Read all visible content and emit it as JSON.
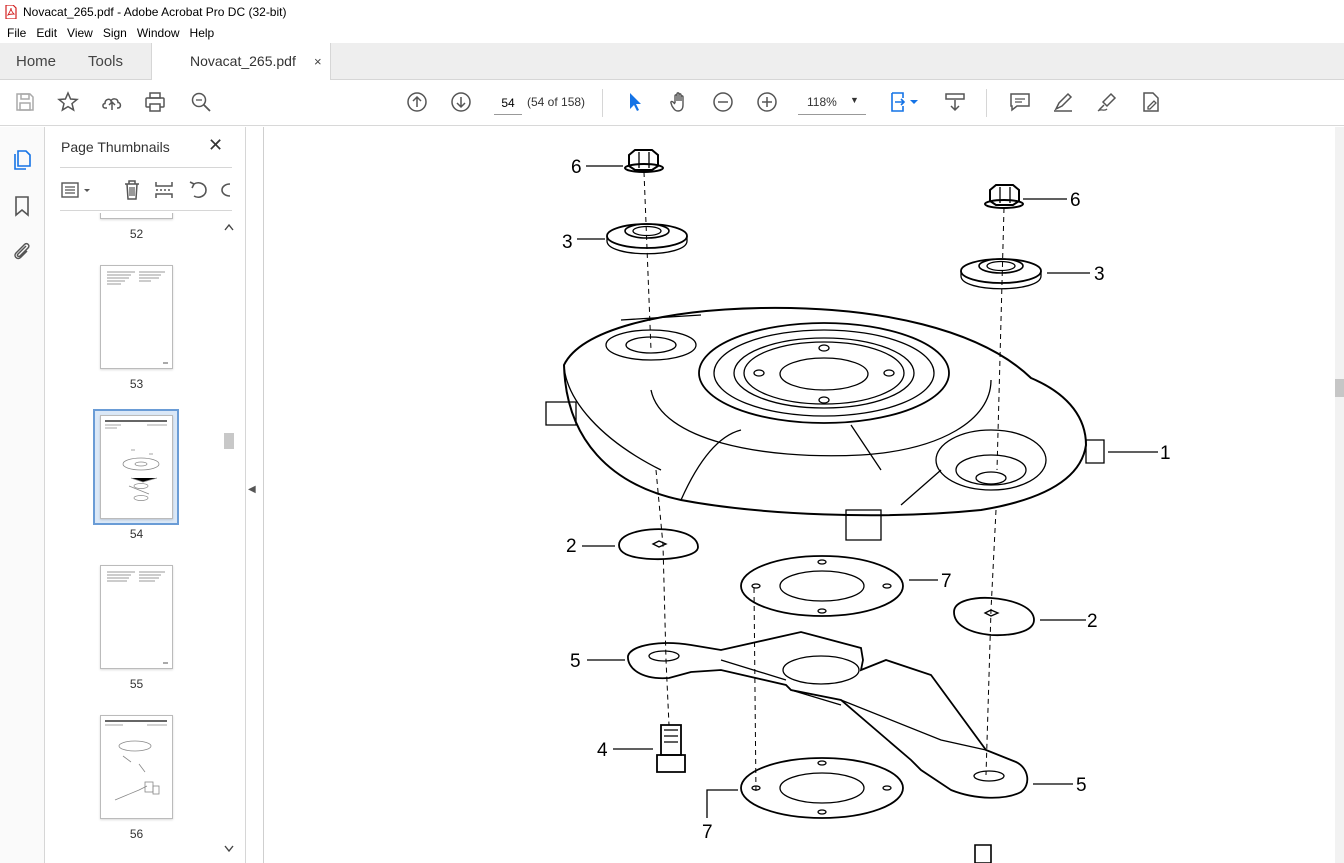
{
  "window": {
    "title": "Novacat_265.pdf - Adobe Acrobat Pro DC (32-bit)"
  },
  "menu": [
    "File",
    "Edit",
    "View",
    "Sign",
    "Window",
    "Help"
  ],
  "tabs": {
    "home": "Home",
    "tools": "Tools",
    "document": "Novacat_265.pdf",
    "close": "×"
  },
  "toolbar": {
    "page_number": "54",
    "page_count": "(54 of 158)",
    "zoom": "118%"
  },
  "panel": {
    "title": "Page Thumbnails",
    "thumbnails": [
      {
        "label": "52"
      },
      {
        "label": "53"
      },
      {
        "label": "54",
        "selected": true
      },
      {
        "label": "55"
      },
      {
        "label": "56"
      }
    ]
  },
  "drawing": {
    "callouts": [
      "6",
      "3",
      "6",
      "3",
      "1",
      "2",
      "7",
      "2",
      "5",
      "4",
      "5",
      "7"
    ]
  },
  "colors": {
    "accent": "#1473e6",
    "selection": "#dbe8f7",
    "panel_bg": "#eeeeee"
  }
}
